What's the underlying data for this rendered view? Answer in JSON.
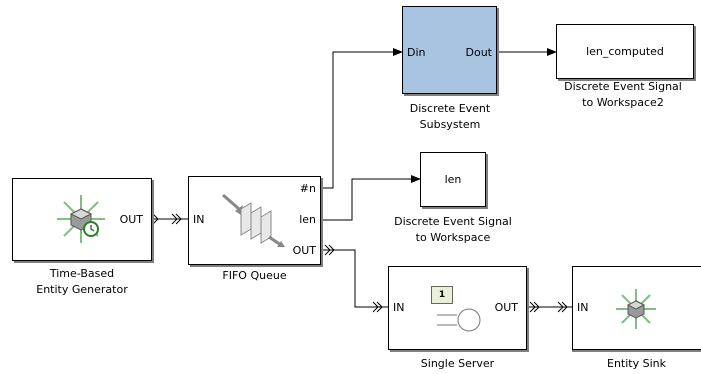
{
  "blocks": {
    "time_based_generator": {
      "out_port": "OUT",
      "caption_line1": "Time-Based",
      "caption_line2": "Entity Generator"
    },
    "fifo_queue": {
      "in_port": "IN",
      "n_port": "#n",
      "len_port": "len",
      "out_port": "OUT",
      "caption": "FIFO Queue"
    },
    "discrete_event_subsystem": {
      "din_port": "Din",
      "dout_port": "Dout",
      "caption_line1": "Discrete Event",
      "caption_line2": "Subsystem"
    },
    "to_workspace2": {
      "variable": "len_computed",
      "caption_line1": "Discrete Event Signal",
      "caption_line2": "to Workspace2"
    },
    "to_workspace": {
      "variable": "len",
      "caption_line1": "Discrete Event Signal",
      "caption_line2": "to Workspace"
    },
    "single_server": {
      "in_port": "IN",
      "out_port": "OUT",
      "badge": "1",
      "caption": "Single Server"
    },
    "entity_sink": {
      "in_port": "IN",
      "caption": "Entity Sink"
    }
  },
  "colors": {
    "subsystem_fill": "#a8c4e0",
    "block_border": "#000000",
    "shadow": "#7f7f7f"
  }
}
